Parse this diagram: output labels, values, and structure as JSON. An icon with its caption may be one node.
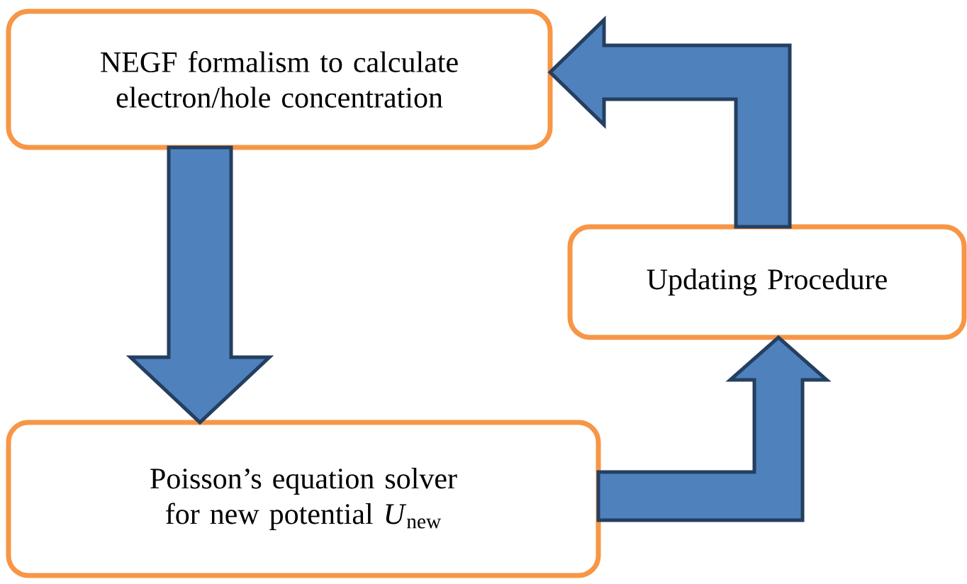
{
  "diagram": {
    "nodes": [
      {
        "text": [
          "NEGF formalism to calculate electron/hole concentration"
        ]
      },
      {
        "text": [
          "Updating Procedure"
        ]
      },
      {
        "text": [
          "Poisson’s equation solver for new potential *U*$_{new}$"
        ]
      }
    ],
    "edges": [
      {
        "from": 0,
        "to": 2,
        "arrow": "to"
      },
      {
        "from": 2,
        "to": 1,
        "arrow": "to"
      },
      {
        "from": 1,
        "to": 0,
        "arrow": "to"
      }
    ]
  }
}
